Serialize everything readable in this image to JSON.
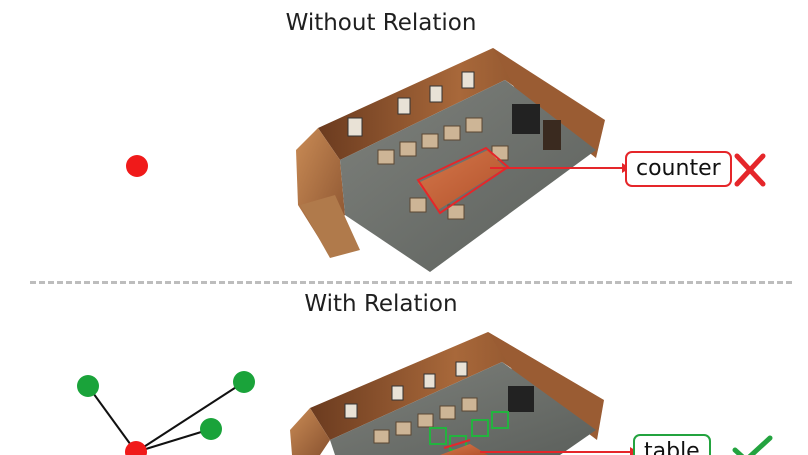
{
  "top_panel": {
    "title": "Without Relation",
    "predicted_label": "counter",
    "result_icon": "cross-mark-icon",
    "accent_color": "#e5262a"
  },
  "bottom_panel": {
    "title": "With Relation",
    "predicted_label": "table",
    "result_icon": "check-mark-icon",
    "accent_color": "#23a33f",
    "neighbor_color": "#1aa33a"
  }
}
